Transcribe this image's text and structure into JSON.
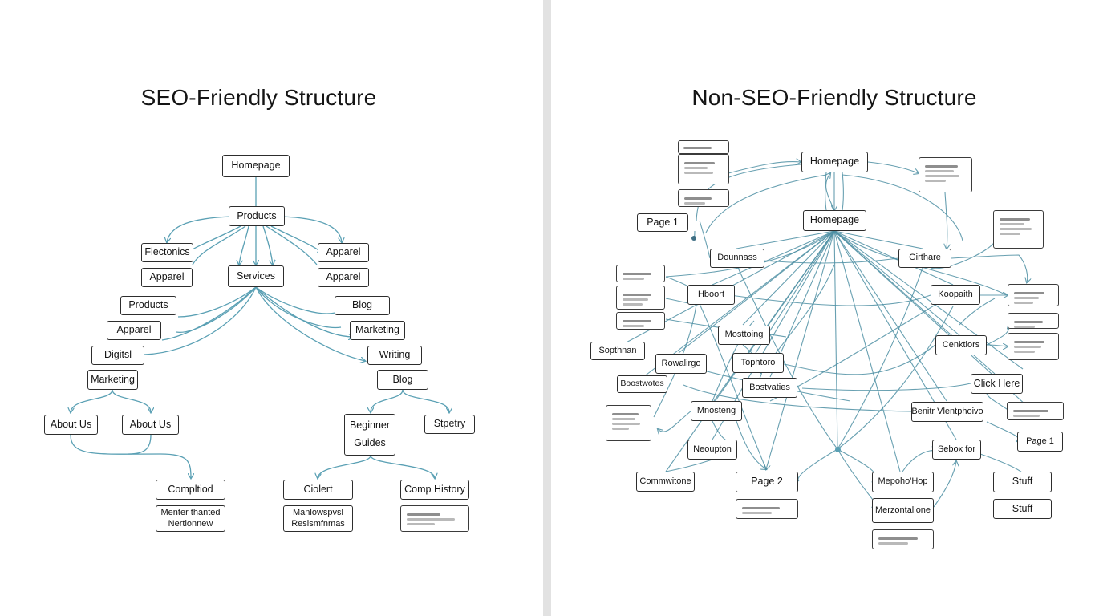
{
  "left": {
    "title": "SEO-Friendly Structure",
    "nodes": {
      "homepage": "Homepage",
      "products": "Products",
      "electronics": "Flectonics",
      "apparel_l1": "Apparel",
      "products_l2": "Products",
      "apparel_l3": "Apparel",
      "digital": "Digitsl",
      "marketing_l": "Marketing",
      "about_us_1": "About Us",
      "about_us_2": "About Us",
      "services": "Services",
      "apparel_r0": "Apparel",
      "apparel_r1": "Apparel",
      "blog_r": "Blog",
      "marketing_r": "Marketing",
      "writing": "Writing",
      "blog_r2": "Blog",
      "beginner_guides_1": "Beginner",
      "beginner_guides_2": "Guides",
      "stpetry": "Stpetry",
      "compltiod": "Compltiod",
      "mentor_1": "Menter thanted",
      "mentor_2": "Nertionnew",
      "ciolert": "Ciolert",
      "manlows_1": "Manlowspvsl",
      "manlows_2": "Resismfnmas",
      "comp_history": "Comp History"
    }
  },
  "right": {
    "title": "Non-SEO-Friendly Structure",
    "nodes": {
      "homepage_top": "Homepage",
      "homepage_mid": "Homepage",
      "page1_left": "Page 1",
      "dounnass": "Dounnass",
      "girthare": "Girthare",
      "hboort": "Hboort",
      "koopaith": "Koopaith",
      "mosttoing": "Mosttoing",
      "sopthnan": "Sopthnan",
      "rowalirgo": "Rowalirgo",
      "tophtoro": "Tophtoro",
      "cenktiors": "Cenktiors",
      "boostwotes": "Boostwotes",
      "bostvaties": "Bostvaties",
      "click_here": "Click Here",
      "mnosteng": "Mnosteng",
      "benitr": "Benitr Vlentphoivo",
      "neoupton": "Neoupton",
      "sebox_for": "Sebox for",
      "page1_right": "Page 1",
      "commwitone": "Commwitone",
      "page2": "Page 2",
      "mepohohop": "Mepoho'Hop",
      "stuff_1": "Stuff",
      "stuff_2": "Stuff",
      "merzontalione": "Merzontalione"
    }
  }
}
